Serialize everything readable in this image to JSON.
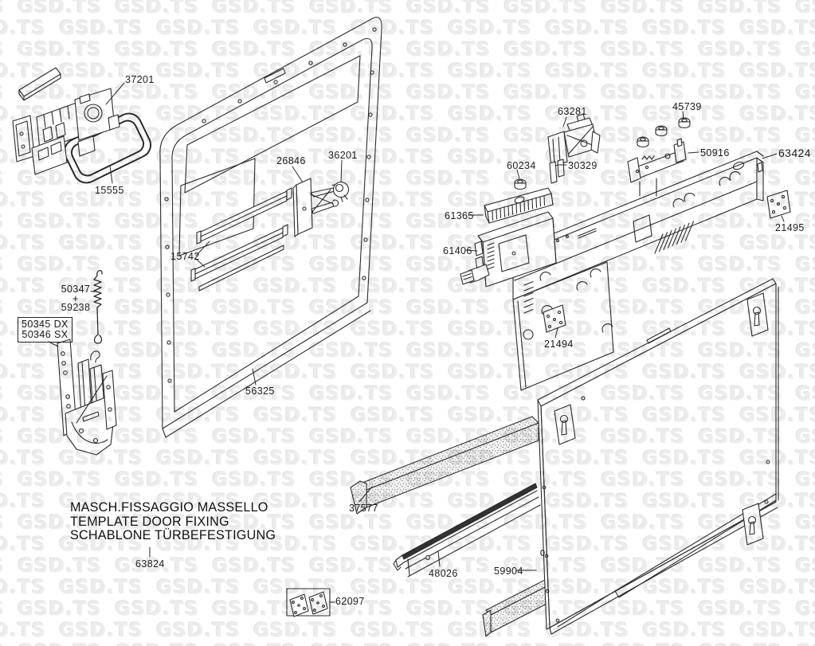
{
  "watermark": {
    "text": "GSD.TS"
  },
  "colors": {
    "background": "#ffffff",
    "line": "#2b2b2b",
    "watermark": "#ececec",
    "foam_fill": "#f4f4f4"
  },
  "title_block": {
    "line1": "MASCH.FISSAGGIO MASSELLO",
    "line2": "TEMPLATE DOOR FIXING",
    "line3": "SCHABLONE TÜRBEFESTIGUNG"
  },
  "parts": {
    "p37201": "37201",
    "p15555": "15555",
    "p26846": "26846",
    "p36201": "36201",
    "p15742": "15742",
    "p50347": "50347",
    "pplus": "+",
    "p59238": "59238",
    "p50345": "50345 DX",
    "p50346": "50346 SX",
    "p56325": "56325",
    "p63281": "63281",
    "p45739": "45739",
    "p60234": "60234",
    "p30329": "30329",
    "p50916": "50916",
    "p63424": "63424",
    "p21495": "21495",
    "p61365": "61365",
    "p61406": "61406",
    "p21494": "21494",
    "p37577": "37577",
    "p48026": "48026",
    "p59904": "59904",
    "p62097": "62097",
    "p63824": "63824"
  }
}
